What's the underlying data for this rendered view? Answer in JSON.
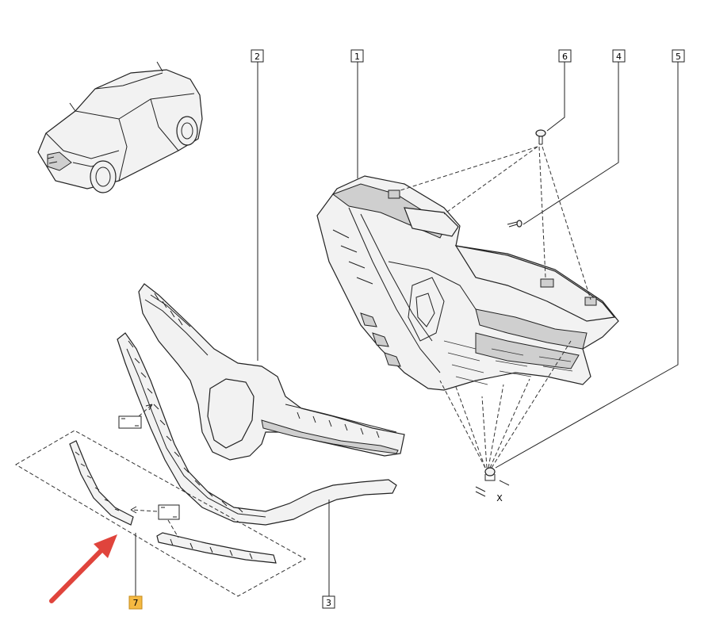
{
  "callouts": [
    {
      "id": "c1",
      "label": "1",
      "highlight": false
    },
    {
      "id": "c2",
      "label": "2",
      "highlight": false
    },
    {
      "id": "c3",
      "label": "3",
      "highlight": false
    },
    {
      "id": "c4",
      "label": "4",
      "highlight": false
    },
    {
      "id": "c5",
      "label": "5",
      "highlight": false
    },
    {
      "id": "c6",
      "label": "6",
      "highlight": false
    },
    {
      "id": "c7",
      "label": "7",
      "highlight": true
    }
  ],
  "dimension_label": "X",
  "colors": {
    "highlight_fill": "#f5b942",
    "arrow": "#e0443c",
    "line": "#222222"
  }
}
